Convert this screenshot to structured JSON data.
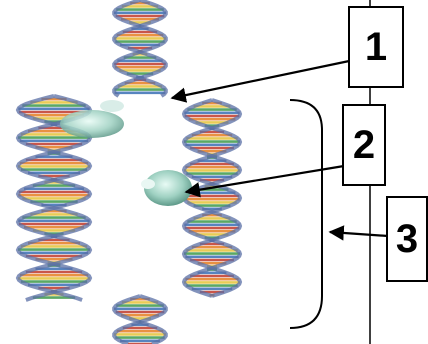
{
  "labels": {
    "one": "1",
    "two": "2",
    "three": "3"
  },
  "colors": {
    "strand_red": "#c0392b",
    "strand_orange": "#e67e22",
    "strand_yellow": "#e5c33a",
    "strand_green": "#3f9a4b",
    "strand_blue": "#3a6fb5",
    "backbone": "#5a6fa5",
    "enzyme": "#9fd1c2",
    "arrow": "#000000"
  }
}
